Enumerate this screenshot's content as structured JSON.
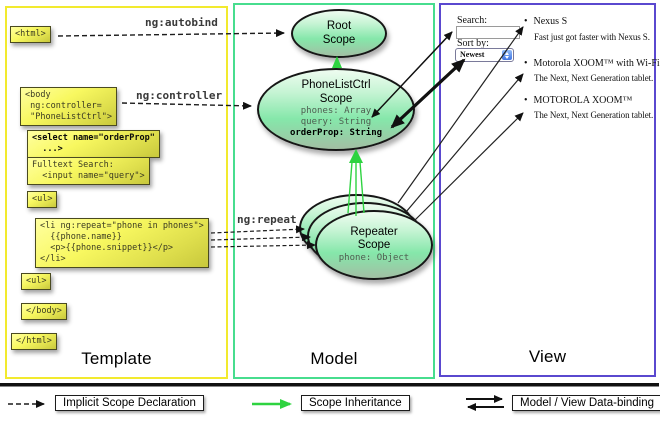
{
  "template": {
    "label": "Template",
    "ng_autobind": "ng:autobind",
    "ng_controller": "ng:controller",
    "ng_repeat": "ng:repeat",
    "boxes": {
      "html_open": "<html>",
      "body_open": "<body\n ng:controller=\n \"PhoneListCtrl\">",
      "select": "<select name=\"orderProp\"\n  ...>",
      "fulltext": "Fulltext Search:\n  <input name=\"query\">",
      "ul_open": "<ul>",
      "li_repeat": "<li ng:repeat=\"phone in phones\">\n  {{phone.name}}\n  <p>{{phone.snippet}}</p>\n</li>",
      "ul_close": "<ul>",
      "body_close": "</body>",
      "html_close": "</html>"
    }
  },
  "model": {
    "label": "Model",
    "root_scope": {
      "title": "Root\nScope"
    },
    "phonelist_scope": {
      "title": "PhoneListCtrl\nScope",
      "prop_phones": "phones: Array",
      "prop_query": "query: String",
      "prop_orderprop": "orderProp: String"
    },
    "repeater_scope": {
      "title": "Repeater\nScope",
      "prop_phone": "phone: Object"
    }
  },
  "view": {
    "label": "View",
    "search_label": "Search:",
    "search_value": "",
    "sort_label": "Sort by:",
    "sort_value": "Newest",
    "items": [
      {
        "name": "Nexus S",
        "desc": "Fast just got faster with Nexus S."
      },
      {
        "name": "Motorola XOOM™ with Wi-Fi",
        "desc": "The Next, Next Generation tablet."
      },
      {
        "name": "MOTOROLA XOOM™",
        "desc": "The Next, Next Generation tablet."
      }
    ]
  },
  "legend": {
    "implicit": "Implicit Scope Declaration",
    "inheritance": "Scope Inheritance",
    "databinding": "Model / View Data-binding"
  },
  "colors": {
    "template_border": "#f2ea2e",
    "model_border": "#47dd8e",
    "view_border": "#5a48cf",
    "inheritance_green": "#2ed340",
    "arrow_black": "#111111"
  }
}
